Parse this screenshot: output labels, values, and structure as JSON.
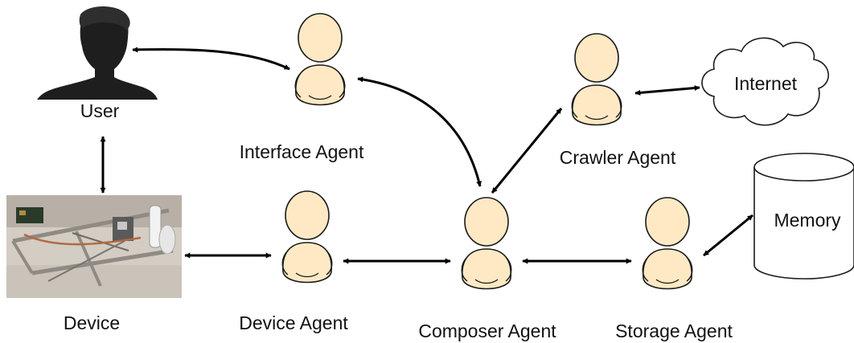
{
  "labels": {
    "user": "User",
    "device": "Device",
    "interface_agent": "Interface Agent",
    "device_agent": "Device Agent",
    "composer_agent": "Composer Agent",
    "crawler_agent": "Crawler Agent",
    "storage_agent": "Storage Agent",
    "internet": "Internet",
    "memory": "Memory"
  },
  "colors": {
    "agent_fill": "#FFE9C4",
    "agent_stroke": "#1a1a1a",
    "arrow": "#000000",
    "user_silhouette": "#1e1e1e",
    "cloud_fill": "#ffffff",
    "memory_fill": "#ffffff"
  },
  "icons": {
    "agent": "agent-person-icon",
    "user": "user-silhouette-icon",
    "internet": "cloud-icon",
    "memory": "database-cylinder-icon",
    "device": "device-photo"
  }
}
